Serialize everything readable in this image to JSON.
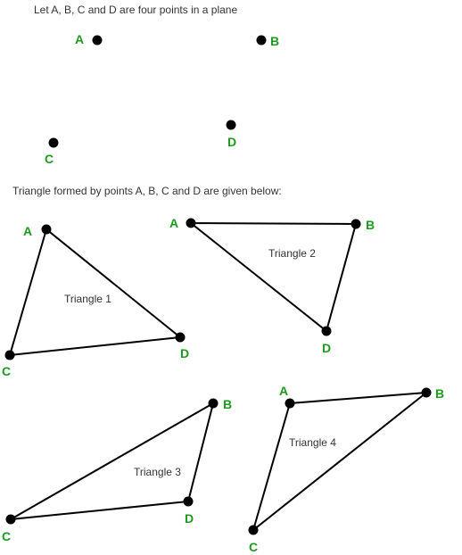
{
  "captions": {
    "intro": "Let A, B, C and D are four points in a plane",
    "triangles_intro": "Triangle formed by points A, B, C and  D are given below:"
  },
  "colors": {
    "point_label": "#1e9b1e",
    "edge": "#000000",
    "dot": "#000000"
  },
  "points": {
    "A": "A",
    "B": "B",
    "C": "C",
    "D": "D"
  },
  "triangles": [
    {
      "label": "Triangle 1",
      "vertices": [
        "A",
        "C",
        "D"
      ]
    },
    {
      "label": "Triangle 2",
      "vertices": [
        "A",
        "B",
        "D"
      ]
    },
    {
      "label": "Triangle 3",
      "vertices": [
        "B",
        "C",
        "D"
      ]
    },
    {
      "label": "Triangle 4",
      "vertices": [
        "A",
        "B",
        "C"
      ]
    }
  ]
}
